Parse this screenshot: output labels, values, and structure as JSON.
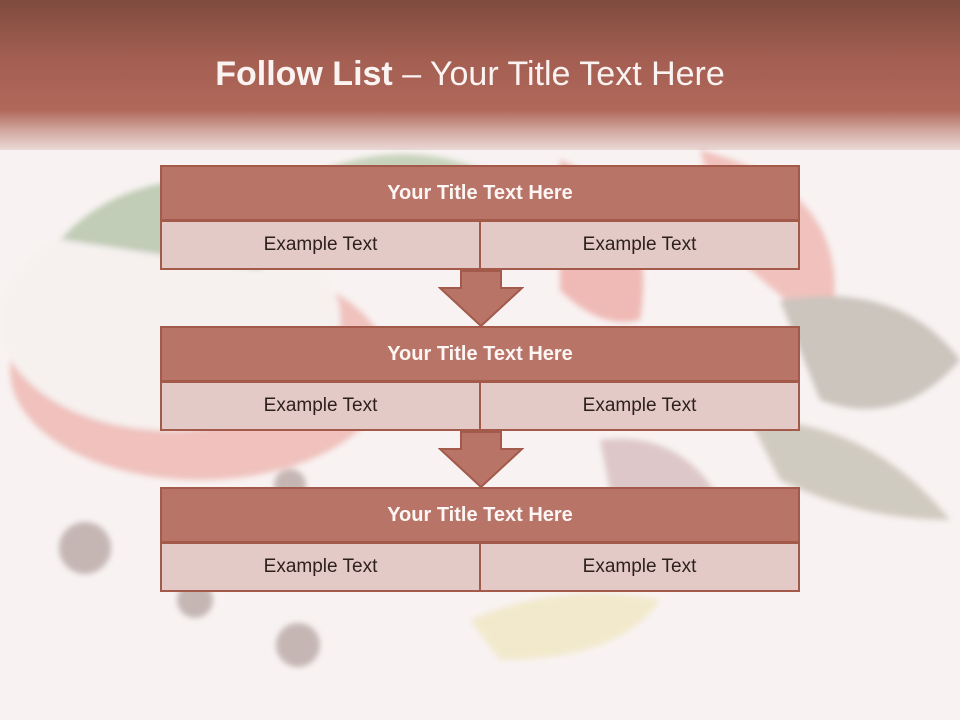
{
  "slide": {
    "title_bold": "Follow List",
    "title_rest": " – Your Title Text Here"
  },
  "steps": [
    {
      "heading": "Your Title Text Here",
      "left": "Example Text",
      "right": "Example Text"
    },
    {
      "heading": "Your Title Text Here",
      "left": "Example Text",
      "right": "Example Text"
    },
    {
      "heading": "Your Title Text Here",
      "left": "Example Text",
      "right": "Example Text"
    }
  ],
  "colors": {
    "accent": "#b87466",
    "border": "#a35a4b",
    "cell": "#e4cac6"
  }
}
